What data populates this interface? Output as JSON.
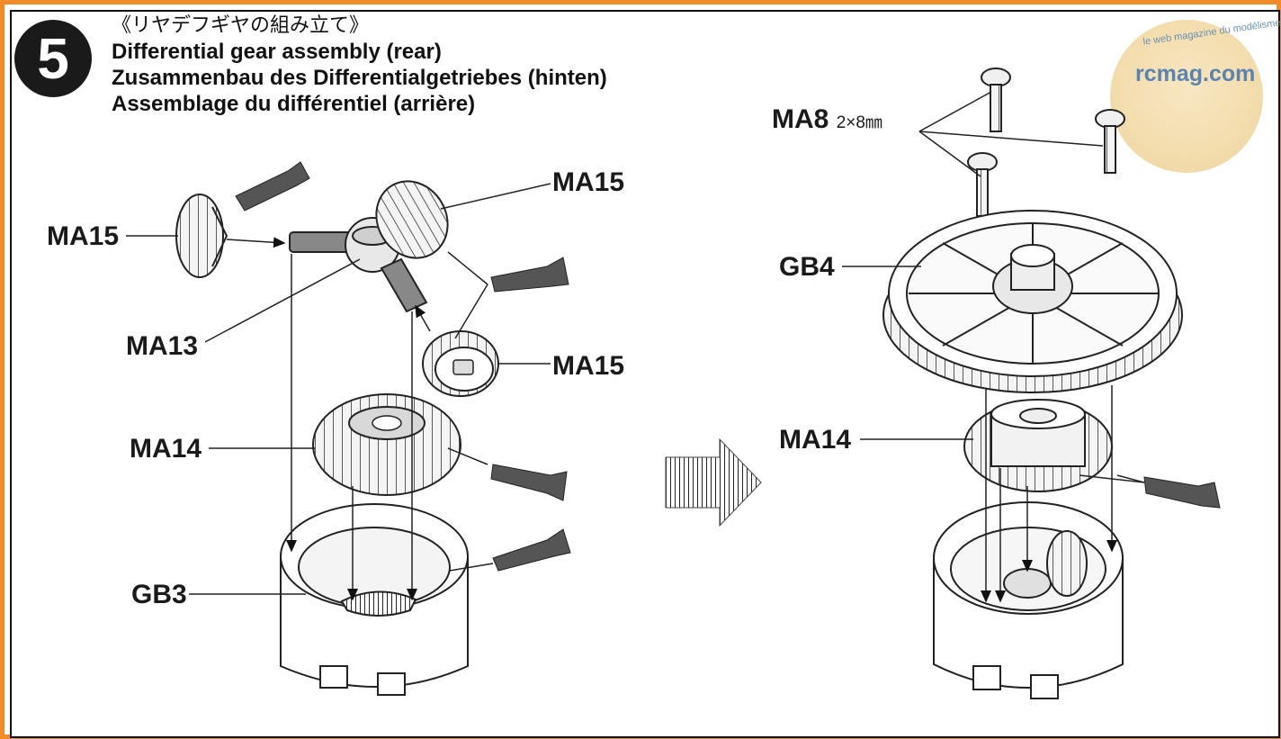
{
  "step": {
    "number": "5"
  },
  "titles": {
    "jp": "《リヤデフギヤの組み立て》",
    "en": "Differential gear assembly (rear)",
    "de": "Zusammenbau des Differentialgetriebes (hinten)",
    "fr": "Assemblage du différentiel (arrière)"
  },
  "labels": {
    "ma15_left": "MA15",
    "ma15_top": "MA15",
    "ma15_right": "MA15",
    "ma13": "MA13",
    "ma14_left": "MA14",
    "gb3": "GB3",
    "ma8": "MA8",
    "ma8_size": "2×8㎜",
    "gb4": "GB4",
    "ma14_right": "MA14"
  },
  "watermark": {
    "site": "rcmag.com",
    "tagline": "le web magazine du modélisme"
  },
  "colors": {
    "frame": "#f28c28",
    "ink": "#1a1a1a",
    "grease": "#555555",
    "logo_text": "#5a83b0"
  }
}
